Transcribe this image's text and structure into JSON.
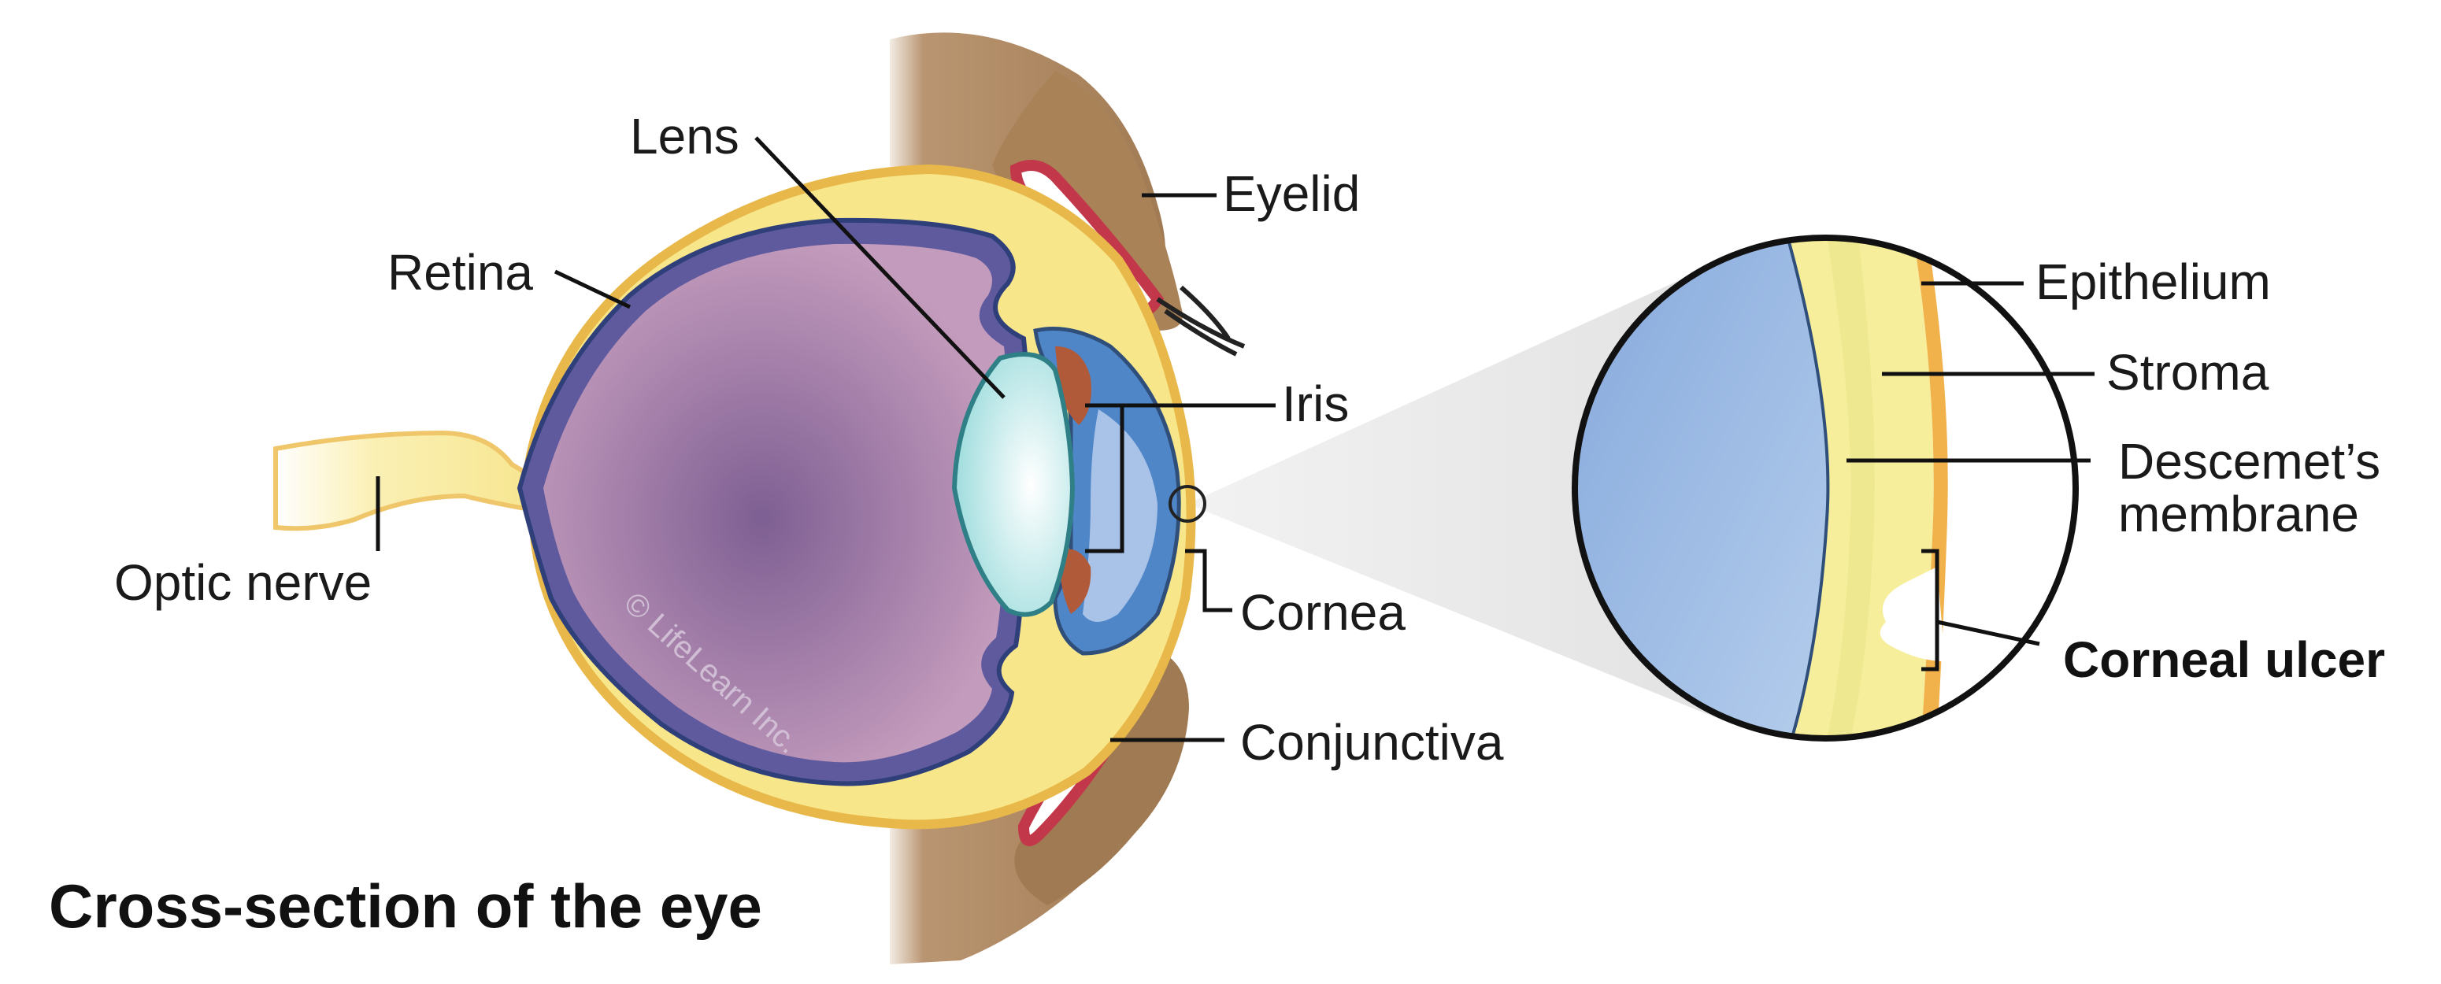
{
  "title": "Cross-section of the eye",
  "watermark": "© LifeLearn Inc.",
  "labels": {
    "lens": "Lens",
    "retina": "Retina",
    "optic_nerve": "Optic nerve",
    "eyelid": "Eyelid",
    "iris": "Iris",
    "cornea": "Cornea",
    "conjunctiva": "Conjunctiva"
  },
  "inset_labels": {
    "epithelium": "Epithelium",
    "stroma": "Stroma",
    "descemets_line1": "Descemet’s",
    "descemets_line2": "membrane",
    "corneal_ulcer": "Corneal ulcer"
  },
  "colors": {
    "sclera": "#f7e68a",
    "sclera_edge": "#e8b94a",
    "vitreous": "#9c78a8",
    "retina": "#5f5a9e",
    "lens": "#d7f1f1",
    "iris": "#4f86c8",
    "eyelid_skin": "#a98258",
    "conjunctiva": "#c2384a",
    "cornea_blue": "#9bb8e0"
  }
}
